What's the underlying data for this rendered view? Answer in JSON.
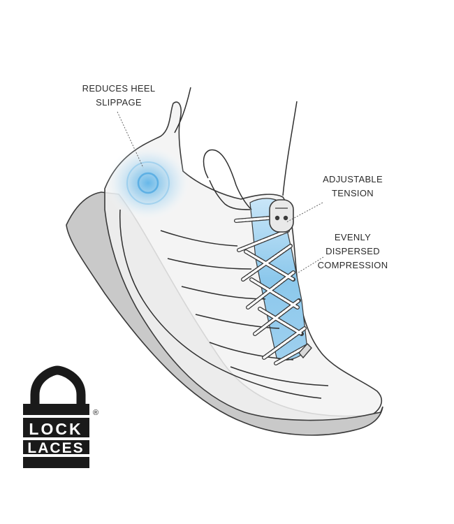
{
  "callouts": {
    "heel": {
      "line1": "REDUCES HEEL",
      "line2": "SLIPPAGE"
    },
    "tension": {
      "line1": "ADJUSTABLE",
      "line2": "TENSION"
    },
    "compression": {
      "line1": "EVENLY",
      "line2": "DISPERSED",
      "line3": "COMPRESSION"
    }
  },
  "logo": {
    "word_top": "LOCK",
    "word_bottom": "LACES",
    "registered_mark": "®"
  },
  "colors": {
    "outline": "#3a3a3a",
    "sole": "#c9c9c9",
    "upper_fill": "#f2f2f2",
    "highlight_blue": "#8cc8ec",
    "glow_blue": "#9fd3f3",
    "logo_black": "#1a1a1a"
  },
  "icons": [
    "heel-glow-icon",
    "lock-toggle-icon",
    "lock-laces-logo-icon"
  ]
}
